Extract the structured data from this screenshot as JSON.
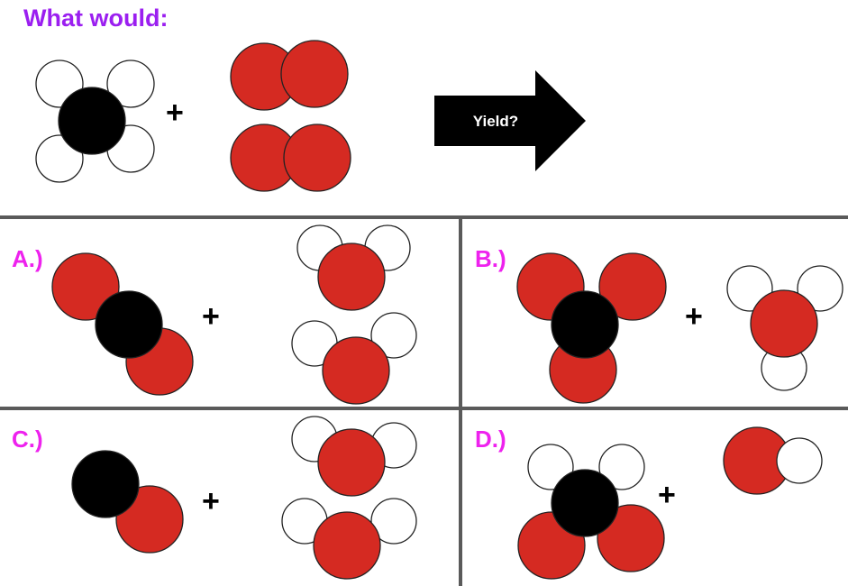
{
  "prompt": "What would:",
  "arrow_label": "Yield?",
  "plus": "+",
  "choices": [
    {
      "label": "A.)"
    },
    {
      "label": "B.)"
    },
    {
      "label": "C.)"
    },
    {
      "label": "D.)"
    }
  ],
  "colors": {
    "title": "#9b1ff0",
    "choice_label": "#ee22ee",
    "oxygen": "#d52a22",
    "carbon": "#000000",
    "hydrogen": "#ffffff",
    "divider": "#5a5a5a",
    "arrow": "#000000",
    "arrow_text": "#ffffff"
  }
}
